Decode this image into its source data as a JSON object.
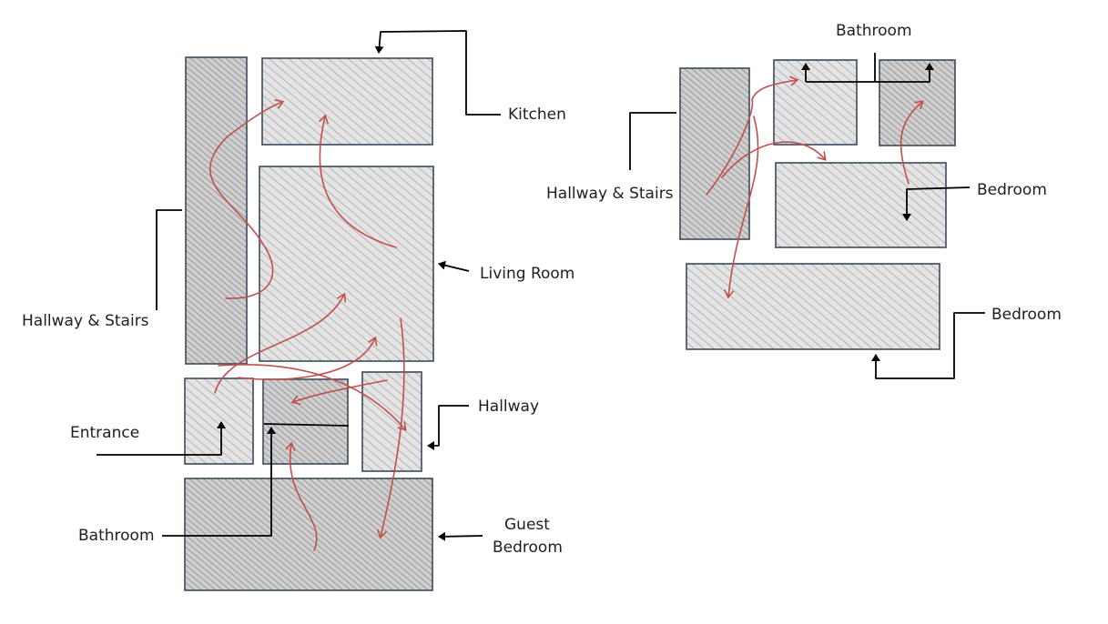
{
  "floor_plans": [
    {
      "rooms": {
        "hallway_stairs": "Hallway & Stairs",
        "kitchen": "Kitchen",
        "living_room": "Living Room",
        "hallway": "Hallway",
        "entrance": "Entrance",
        "bathroom": "Bathroom",
        "guest_bedroom_line1": "Guest",
        "guest_bedroom_line2": "Bedroom"
      }
    },
    {
      "rooms": {
        "bathroom": "Bathroom",
        "hallway_stairs": "Hallway & Stairs",
        "bedroom_upper": "Bedroom",
        "bedroom_lower": "Bedroom"
      }
    }
  ],
  "colors": {
    "room_fill": "#dcdcdc",
    "room_fill_dark": "#c2c2c2",
    "hatch": "#9a9a9a",
    "room_border": "#3b4a5c",
    "leader_line": "#000000",
    "flow_arrow": "#c0504d"
  }
}
